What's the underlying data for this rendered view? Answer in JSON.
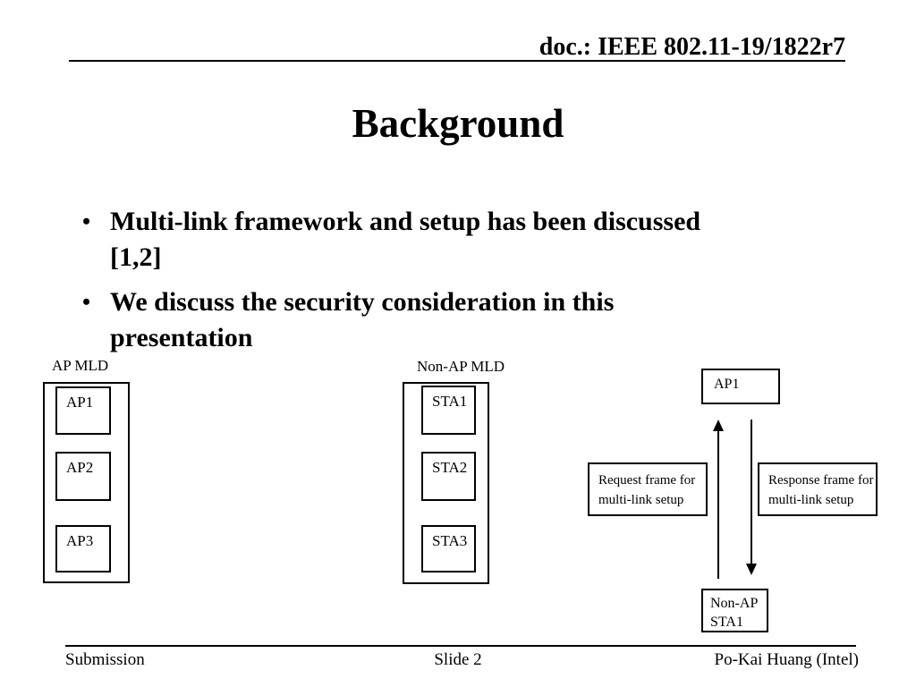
{
  "header": {
    "doc_label": "doc.: IEEE 802.11-19/1822r7"
  },
  "title": "Background",
  "bullet_glyph": "•",
  "bullets": [
    {
      "lines": [
        "Multi-link framework and setup has been discussed",
        "[1,2]"
      ]
    },
    {
      "lines": [
        "We discuss the security consideration in this",
        "presentation"
      ]
    }
  ],
  "diagram": {
    "ap_mld": {
      "label": "AP MLD",
      "nodes": [
        "AP1",
        "AP2",
        "AP3"
      ]
    },
    "non_ap_mld": {
      "label": "Non-AP MLD",
      "nodes": [
        "STA1",
        "STA2",
        "STA3"
      ]
    },
    "setup_exchange": {
      "ap_label": "AP1",
      "sta_lines": [
        "Non-AP",
        "STA1"
      ],
      "request_lines": [
        "Request frame for",
        "multi-link setup"
      ],
      "response_lines": [
        "Response frame for",
        "multi-link setup"
      ]
    }
  },
  "footer": {
    "left": "Submission",
    "center": "Slide 2",
    "right": "Po-Kai Huang (Intel)"
  },
  "colors": {
    "background": "#ffffff",
    "ink": "#000000"
  }
}
